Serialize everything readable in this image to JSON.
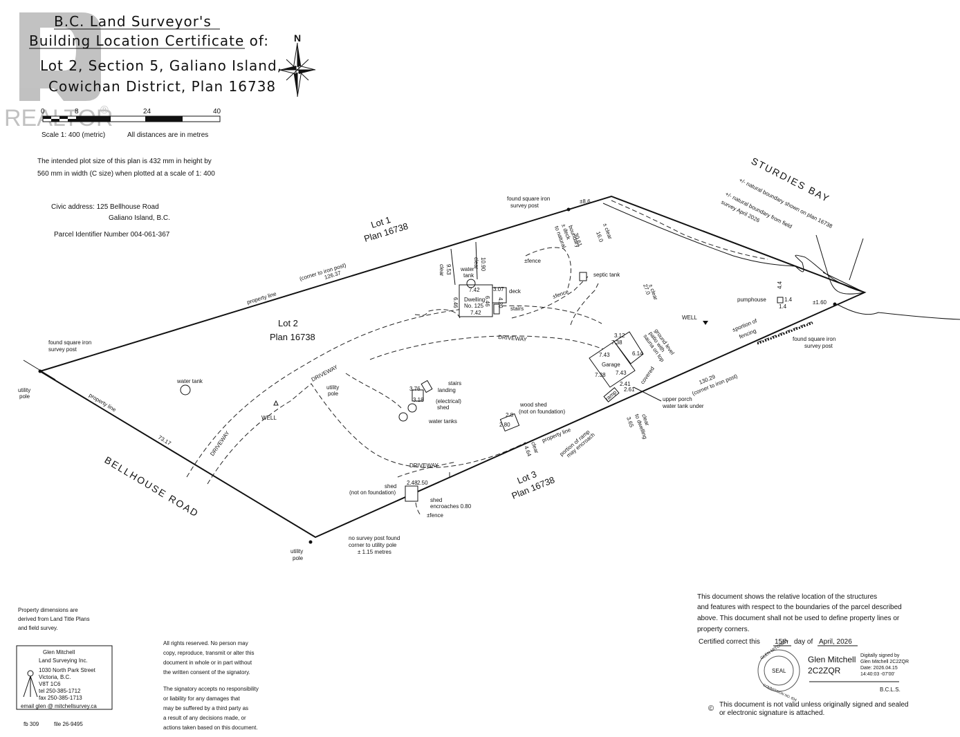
{
  "watermark": {
    "text": "REALTOR",
    "reg": "®"
  },
  "title": {
    "line1": "B.C. Land Surveyor's",
    "line2": "Building Location Certificate of:",
    "line3": "Lot 2, Section 5, Galiano Island,",
    "line4": "Cowichan District, Plan 16738"
  },
  "north": "N",
  "scale_bar": {
    "ticks": [
      "0",
      "8",
      "24",
      "40"
    ],
    "note": "Scale 1: 400 (metric)",
    "units": "All distances are in metres"
  },
  "plot_size": {
    "line1": "The intended plot size of this plan is 432 mm in height by",
    "line2": "560 mm in width (C size) when plotted at a scale of 1: 400"
  },
  "civic": {
    "line1": "Civic address: 125 Bellhouse Road",
    "line2": "Galiano Island, B.C.",
    "pid": "Parcel Identifier Number 004-061-367"
  },
  "lots": {
    "lot1": "Lot 1",
    "lot1_plan": "Plan 16738",
    "lot2": "Lot 2",
    "lot2_plan": "Plan 16738",
    "lot3": "Lot 3",
    "lot3_plan": "Plan 16738"
  },
  "roads": {
    "bellhouse": "BELLHOUSE ROAD",
    "sturdies": "STURDIES BAY"
  },
  "boundary_notes": {
    "natural_plan": "+/- natural boundary shown on plan 16738",
    "natural_field1": "+/- natural boundary from field",
    "natural_field2": "survey April 2026"
  },
  "survey_labels": {
    "found_post_nw1": "found square iron",
    "found_post_nw2": "survey post",
    "found_post_n1": "found square iron",
    "found_post_n2": "survey post",
    "found_post_e1": "found square iron",
    "found_post_e2": "survey post",
    "utility_pole": "utility",
    "pole": "pole",
    "utility_pole_mid1": "utility",
    "utility_pole_mid2": "pole",
    "utility_pole_s1": "utility",
    "utility_pole_s2": "pole",
    "no_post1": "no survey post found",
    "no_post2": "corner to utility pole",
    "no_post3": "± 1.15 metres",
    "property_line": "property line",
    "property_line_2": "property line",
    "property_line_3": "property line",
    "corner_iron_n": "(corner to iron post)",
    "dim_n": "126.37",
    "dim_w": "73.17",
    "dim_se": "130.29",
    "corner_iron_se": "(corner to iron post)",
    "pm86": "±8.6",
    "pm160": "±1.60"
  },
  "features": {
    "water_tank_w": "water tank",
    "well_w": "WELL",
    "well_e": "WELL",
    "driveway1": "DRIVEWAY",
    "driveway2": "DRIVEWAY",
    "driveway3": "DRIVEWAY",
    "driveway4": "DRIVEWAY",
    "stairs": "stairs",
    "landing": "landing",
    "electrical": "(electrical)",
    "shed": "shed",
    "water_tanks": "water tanks",
    "wood_shed1": "wood shed",
    "wood_shed2": "(not on foundation)",
    "shed_s1": "shed",
    "shed_s2": "(not on foundation)",
    "shed_enc1": "shed",
    "shed_enc2": "encroaches 0.80",
    "fence_s": "±fence",
    "fence_n1": "±fence",
    "fence_n2": "±fence",
    "septic": "septic tank",
    "deck_nat1": "± deck",
    "deck_nat2": "to natural",
    "deck_nat3": "boundary",
    "deck_nat4": "30.61",
    "clear16": "± clear",
    "clear16b": "16.0",
    "clear27": "27.0",
    "clear27b": "± clear",
    "pumphouse": "pumphouse",
    "fencing1": "±portion of",
    "fencing2": "fencing",
    "water_tank_n1": "water",
    "water_tank_n2": "tank",
    "dwelling1": "Dwelling",
    "dwelling2": "No. 125",
    "deck": "deck",
    "stairs_d": "stairs",
    "garage": "Garage",
    "ground1": "ground level",
    "ground2": "patio with",
    "ground3": "sauna on top",
    "covered": "covered",
    "ramp": "ramp",
    "porch1": "upper porch",
    "porch2": "water tank under",
    "clear_dwell1": "clear",
    "clear_dwell2": "to dwelling",
    "clear_dwell3": "3.65",
    "ramp_enc1": "portion of ramp",
    "ramp_enc2": "may encroach",
    "clear464a": "clear",
    "clear464b": "4.64",
    "clear953a": "9.53",
    "clear953b": "clear",
    "clear1090a": "10.90",
    "clear1090b": "clear",
    "d742": "7.42",
    "d742b": "7.42",
    "d307": "3.07",
    "d420": "4.20",
    "d646": "6.46",
    "d646b": "6.46",
    "g743": "7.43",
    "g738": "7.38",
    "g738b": "7.38",
    "g614": "6.14",
    "g312": "3.12",
    "g743b": "7.43",
    "g261": "2.61",
    "g241": "2.41",
    "s376": "3.76",
    "s318": "3.18",
    "w28": "2.8",
    "w280": "2.80",
    "sh248": "2.48",
    "sh250": "2.50",
    "ph44": "4.4",
    "ph14": "1.4",
    "ph14b": "1.4"
  },
  "prop_dims": {
    "line1": "Property dimensions are",
    "line2": "derived from Land Title Plans",
    "line3": "and field survey."
  },
  "company": {
    "name1": "Glen Mitchell",
    "name2": "Land Surveying Inc.",
    "addr1": "1030 North Park Street",
    "addr2": "Victoria, B.C.",
    "addr3": "V8T 1C6",
    "tel": "tel 250-385-1712",
    "fax": "fax 250-385-1713",
    "email": "email glen @ mitchellsurvey.ca"
  },
  "file": {
    "fb": "fb 309",
    "file": "file 26-9495"
  },
  "rights": {
    "l1": "All rights reserved. No person may",
    "l2": "copy, reproduce, transmit or alter this",
    "l3": "document in whole or in part without",
    "l4": "the written consent of the signatory.",
    "l5": "The signatory accepts no responsibility",
    "l6": "or liability for any damages that",
    "l7": "may be suffered by a third party as",
    "l8": "a result of any decisions made, or",
    "l9": "actions taken based on this document."
  },
  "cert": {
    "l1": "This document shows the relative location of the structures",
    "l2": "and features with respect to the boundaries of the parcel described",
    "l3": "above. This document shall not be used to define property lines or",
    "l4": "property corners.",
    "certified": "Certified correct this",
    "day": "15th",
    "day_of": "day    of",
    "month": "April, 2026",
    "signer": "Glen Mitchell",
    "signer_id": "2C2ZQR",
    "dig1": "Digitally signed by",
    "dig2": "Glen Mitchell 2C2ZQR",
    "dig3": "Date: 2026.04.15",
    "dig4": "14:40:03 -07'00'",
    "bcls": "B.C.L.S.",
    "seal_top": "GLEN MITCHELL",
    "seal_mid": "SEAL",
    "seal_bottom": "COMMISSION NO. 834",
    "copyright": "©",
    "valid1": "This document is not valid unless originally signed and sealed",
    "valid2": "or electronic signature is attached."
  }
}
